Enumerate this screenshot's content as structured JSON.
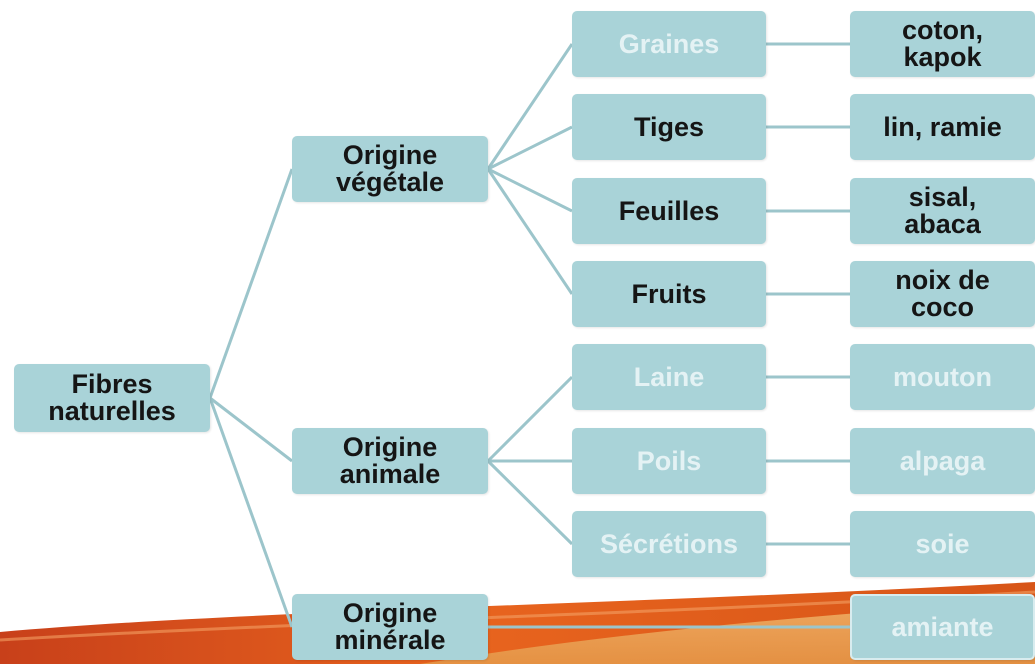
{
  "root": {
    "label": "Fibres\nnaturelles"
  },
  "origins": [
    {
      "id": "vegetale",
      "label": "Origine\nvégétale"
    },
    {
      "id": "animale",
      "label": "Origine\nanimale"
    },
    {
      "id": "minerale",
      "label": "Origine\nminérale"
    }
  ],
  "categories": [
    {
      "label": "Graines",
      "example": "coton,\nkapok",
      "label_faded": true,
      "example_faded": false
    },
    {
      "label": "Tiges",
      "example": "lin, ramie",
      "label_faded": false,
      "example_faded": false
    },
    {
      "label": "Feuilles",
      "example": "sisal,\nabaca",
      "label_faded": false,
      "example_faded": false
    },
    {
      "label": "Fruits",
      "example": "noix de\ncoco",
      "label_faded": false,
      "example_faded": false
    },
    {
      "label": "Laine",
      "example": "mouton",
      "label_faded": true,
      "example_faded": true
    },
    {
      "label": "Poils",
      "example": "alpaga",
      "label_faded": true,
      "example_faded": true
    },
    {
      "label": "Sécrétions",
      "example": "soie",
      "label_faded": true,
      "example_faded": true
    }
  ],
  "mineral_example": {
    "label": "amiante",
    "faded": true
  },
  "colors": {
    "node_fill": "#a9d3d8",
    "connector": "#9cc5cb",
    "text_dark": "#151515",
    "text_faded": "#e4f2f4",
    "accent_orange": "#e8601c"
  }
}
